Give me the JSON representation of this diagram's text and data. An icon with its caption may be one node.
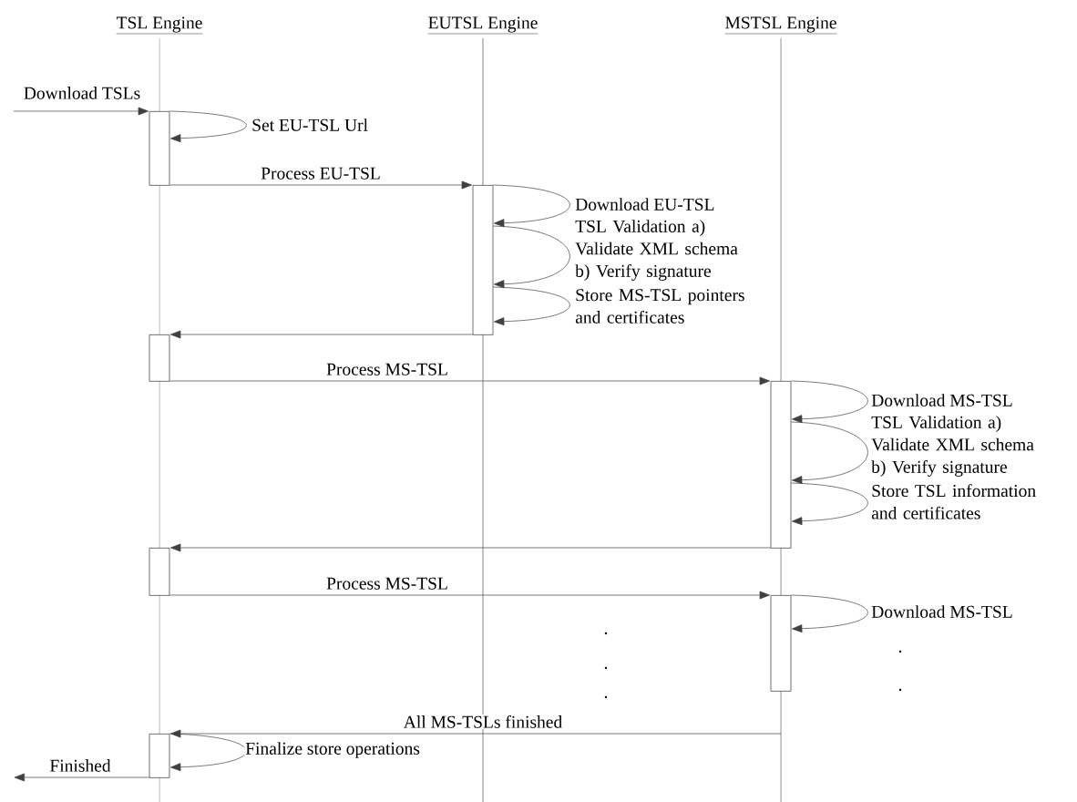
{
  "diagram": {
    "nodes": [
      {
        "text": [
          "TSL Engine"
        ]
      },
      {
        "text": [
          "EUTSL Engine"
        ]
      },
      {
        "text": [
          "MSTSL Engine"
        ]
      },
      {
        "text": [],
        "shape": "bar"
      },
      {
        "text": [],
        "shape": "bar"
      },
      {
        "text": [],
        "shape": "bar"
      },
      {
        "text": [],
        "shape": "bar"
      },
      {
        "text": [],
        "shape": "bar"
      },
      {
        "text": [],
        "shape": "bar"
      },
      {
        "text": [],
        "shape": "bar"
      }
    ],
    "edges": [
      {
        "from": null,
        "to": 3,
        "arrow": "to",
        "label": "Download TSLs"
      },
      {
        "from": 3,
        "to": 3,
        "arrow": "to",
        "label": "Set EU-TSL Url"
      },
      {
        "from": 3,
        "to": 4,
        "arrow": "to",
        "label": "Process EU-TSL"
      },
      {
        "from": 4,
        "to": 4,
        "arrow": "to",
        "label": "Download EU-TSL"
      },
      {
        "from": 4,
        "to": 4,
        "arrow": "to",
        "label": "TSL Validation a) Validate XML schema b) Verify signature"
      },
      {
        "from": 4,
        "to": 4,
        "arrow": "to",
        "label": "Store MS-TSL pointers and certificates"
      },
      {
        "from": 4,
        "to": 5,
        "arrow": "to"
      },
      {
        "from": 5,
        "to": 6,
        "arrow": "to",
        "label": "Process MS-TSL"
      },
      {
        "from": 6,
        "to": 6,
        "arrow": "to",
        "label": "Download MS-TSL"
      },
      {
        "from": 6,
        "to": 6,
        "arrow": "to",
        "label": "TSL Validation a) Validate XML schema b) Verify signature"
      },
      {
        "from": 6,
        "to": 6,
        "arrow": "to",
        "label": "Store TSL information and certificates"
      },
      {
        "from": 6,
        "to": 7,
        "arrow": "to"
      },
      {
        "from": 7,
        "to": 8,
        "arrow": "to",
        "label": "Process MS-TSL"
      },
      {
        "from": 8,
        "to": 8,
        "arrow": "to",
        "label": "Download MS-TSL"
      },
      {
        "from": null,
        "to": 9,
        "arrow": "to",
        "label": "All MS-TSLs finished"
      },
      {
        "from": 9,
        "to": 9,
        "arrow": "to",
        "label": "Finalize store operations"
      },
      {
        "from": 9,
        "to": null,
        "arrow": "to",
        "label": "Finished"
      }
    ]
  }
}
